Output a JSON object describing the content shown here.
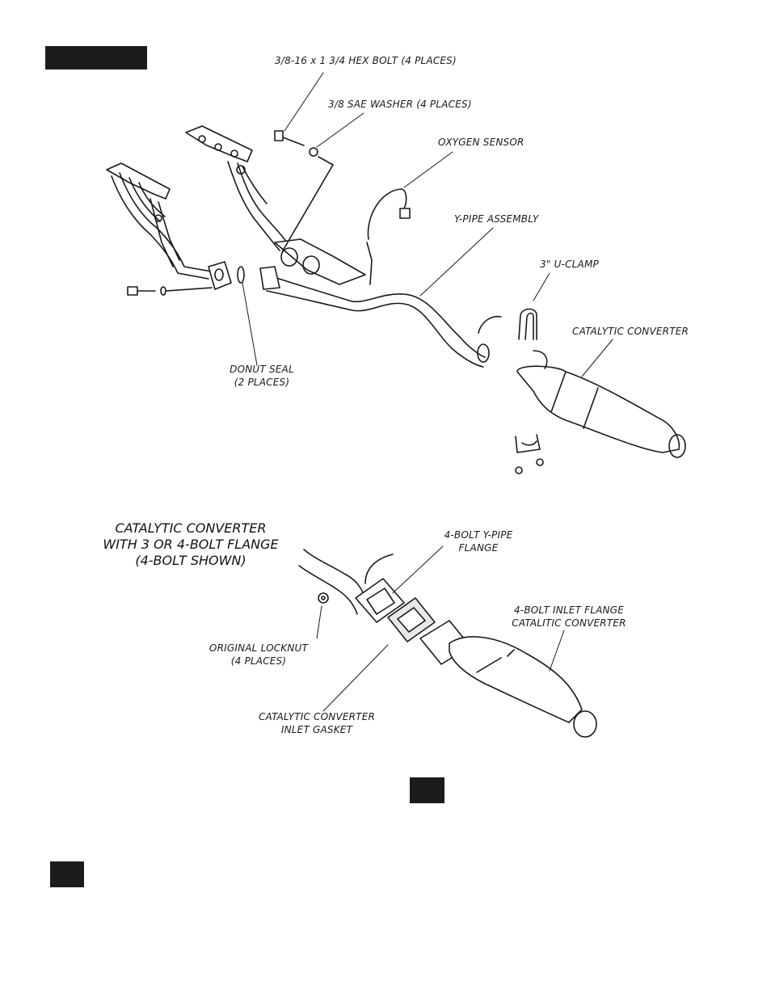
{
  "top_diagram": {
    "labels": {
      "hex_bolt": "3/8-16 x 1 3/4 HEX BOLT (4 PLACES)",
      "washer": "3/8 SAE WASHER (4 PLACES)",
      "oxygen_sensor": "OXYGEN SENSOR",
      "y_pipe": "Y-PIPE ASSEMBLY",
      "u_clamp": "3\" U-CLAMP",
      "cat_converter": "CATALYTIC CONVERTER",
      "donut_seal_1": "DONUT SEAL",
      "donut_seal_2": "(2 PLACES)"
    }
  },
  "bottom_diagram": {
    "title_1": "CATALYTIC CONVERTER",
    "title_2": "WITH 3 OR 4-BOLT FLANGE",
    "title_3": "(4-BOLT SHOWN)",
    "labels": {
      "yflange_1": "4-BOLT Y-PIPE",
      "yflange_2": "FLANGE",
      "inlet_flange_1": "4-BOLT INLET FLANGE",
      "inlet_flange_2": "CATALITIC CONVERTER",
      "locknut_1": "ORIGINAL LOCKNUT",
      "locknut_2": "(4 PLACES)",
      "gasket_1": "CATALYTIC CONVERTER",
      "gasket_2": "INLET GASKET"
    }
  }
}
